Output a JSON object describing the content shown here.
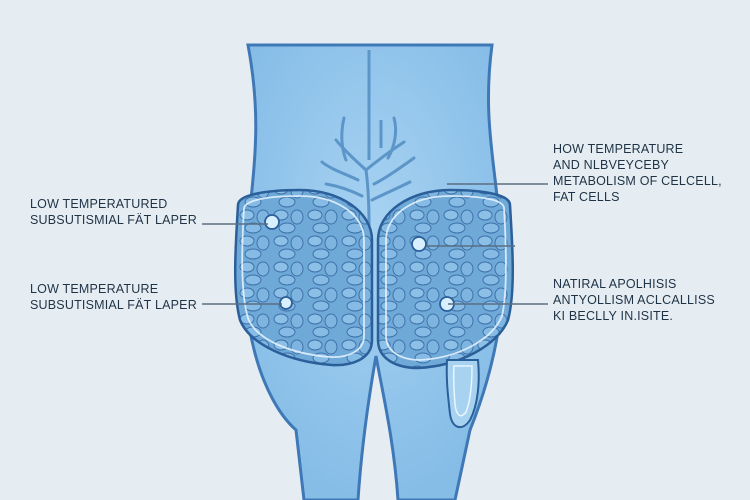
{
  "labels": {
    "left_top": {
      "line1": "LOW TEMPERATURED",
      "line2": "SUBSUTISMIAL FÄT LAPER"
    },
    "left_bottom": {
      "line1": "LOW TEMPERATURE",
      "line2": "SUBSUTISMIAL FÄT LAPER"
    },
    "right_top": {
      "line1": "HOW TEMPERATURE",
      "line2": "AND NLBVEYCEBY",
      "line3": "METABOLISM OF CELCELL,",
      "line4": "FAT CELLS"
    },
    "right_bottom": {
      "line1": "NATIRAL APOLHISIS",
      "line2": "ANTYOLLISM ACLCALLISS",
      "line3": "KI BECLLY IN.ISITE."
    }
  },
  "colors": {
    "background": "#e6edf2",
    "body_fill": "#8fc4ec",
    "body_outline": "#3f78b7",
    "fat_fill": "#6ca8d8",
    "fat_outline": "#2b5f99",
    "vessel": "#5c96c9",
    "text": "#1f3346",
    "leader_line": "#5a6f82"
  }
}
